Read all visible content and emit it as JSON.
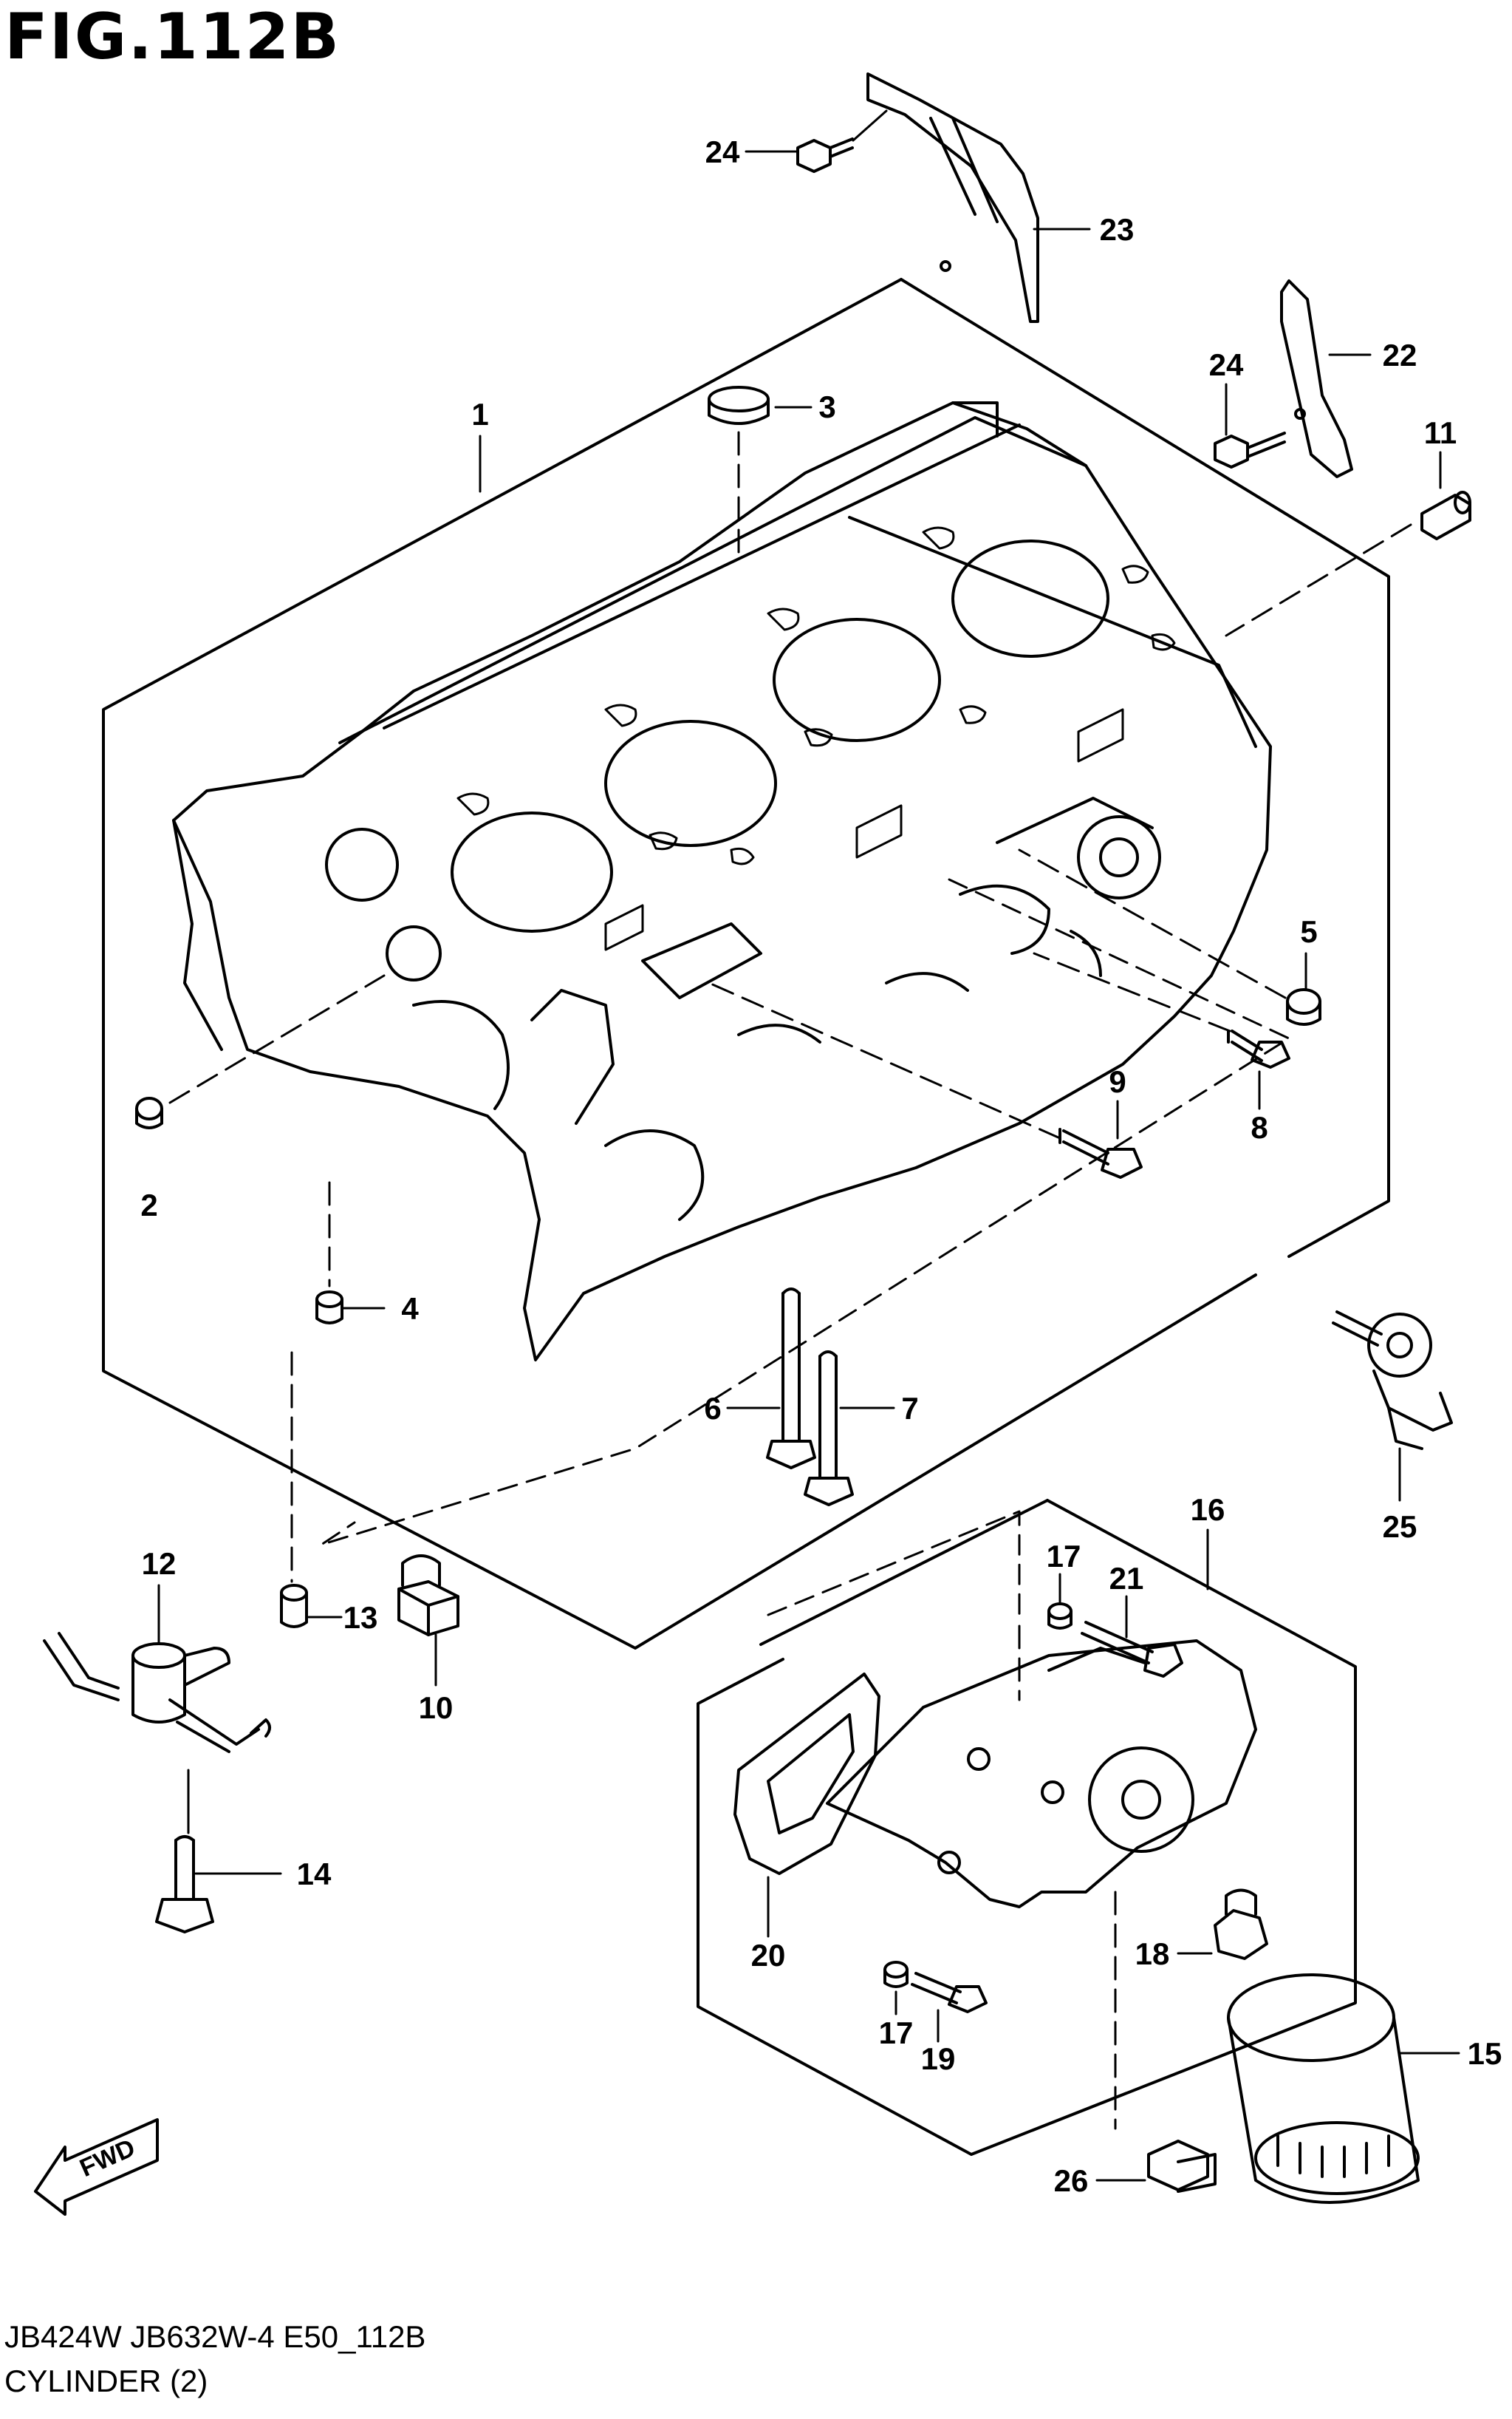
{
  "figure": {
    "title": "FIG.112B",
    "footer_code": "JB424W JB632W-4 E50_112B",
    "footer_name": "CYLINDER (2)",
    "direction_label": "FWD"
  },
  "callouts": {
    "c1": "1",
    "c2": "2",
    "c3": "3",
    "c4": "4",
    "c5": "5",
    "c6": "6",
    "c7": "7",
    "c8": "8",
    "c9": "9",
    "c10": "10",
    "c11": "11",
    "c12": "12",
    "c13": "13",
    "c14": "14",
    "c15": "15",
    "c16": "16",
    "c17a": "17",
    "c17b": "17",
    "c18": "18",
    "c19": "19",
    "c20": "20",
    "c21": "21",
    "c22": "22",
    "c23": "23",
    "c24a": "24",
    "c24b": "24",
    "c25": "25",
    "c26": "26"
  },
  "colors": {
    "ink": "#000000",
    "paper": "#ffffff"
  }
}
